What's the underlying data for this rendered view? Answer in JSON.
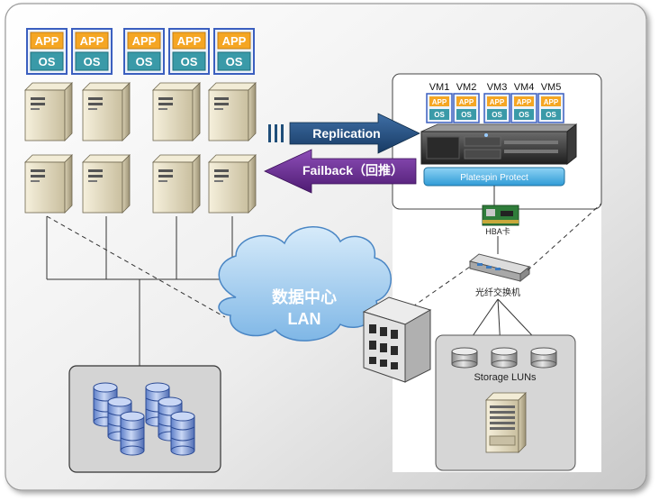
{
  "app_os_stacks": {
    "app_label": "APP",
    "os_label": "OS",
    "count": 5
  },
  "replication": {
    "label": "Replication"
  },
  "failback": {
    "label": "Failback（回推）"
  },
  "recovery_server": {
    "vm_labels": [
      "VM1",
      "VM2",
      "VM3",
      "VM4",
      "VM5"
    ],
    "product_label": "Platespin Protect"
  },
  "hba": {
    "label": "HBA卡"
  },
  "fc_switch": {
    "label": "光纤交换机"
  },
  "lan_cloud": {
    "line1": "数据中心",
    "line2": "LAN"
  },
  "storage": {
    "label": "Storage LUNs"
  },
  "colors": {
    "app_orange": "#f5a623",
    "os_teal": "#3a9aa8",
    "stack_border": "#3b5fbf",
    "replication_arrow": "#1f4e79",
    "failback_arrow": "#6a2d91",
    "cloud": "#a9cfee",
    "product_bar": "#5bb8e8"
  }
}
